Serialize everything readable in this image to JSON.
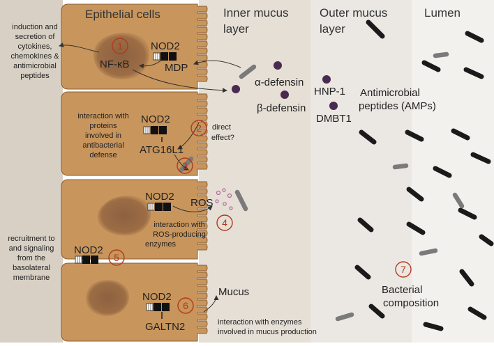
{
  "headers": {
    "epithelial": "Epithelial cells",
    "inner_line1": "Inner mucus",
    "inner_line2": "layer",
    "outer_line1": "Outer mucus",
    "outer_line2": "layer",
    "lumen": "Lumen"
  },
  "left_notes": {
    "cytokines": [
      "induction and",
      "secretion of",
      "cytokines,",
      "chemokines &",
      "antimicrobial",
      "peptides"
    ],
    "recruitment": [
      "recruitment to",
      "and signaling",
      "from the",
      "basolateral",
      "membrane"
    ]
  },
  "cell1": {
    "number": "1",
    "nfkb": "NF-κB",
    "nod2": "NOD2",
    "mdp": "MDP"
  },
  "cell2": {
    "note": [
      "interaction with",
      "proteins",
      "involved in",
      "antibacterial",
      "defense"
    ],
    "nod2": "NOD2",
    "atg": "ATG16L1",
    "number_direct": "2",
    "direct": [
      "direct",
      "effect?"
    ],
    "number": "3"
  },
  "cell3": {
    "nod2": "NOD2",
    "ros": "ROS",
    "number": "4",
    "note": [
      "interaction with",
      "ROS-producing",
      "enzymes"
    ]
  },
  "nod2_baso": {
    "label": "NOD2",
    "number": "5"
  },
  "cell4": {
    "nod2": "NOD2",
    "galtn": "GALTN2",
    "number": "6",
    "mucus": "Mucus",
    "note": [
      "interaction with enzymes",
      "involved in mucus production"
    ]
  },
  "amps": {
    "alpha": "α-defensin",
    "beta": "β-defensin",
    "hnp": "HNP-1",
    "dmbt": "DMBT1",
    "label": [
      "Antimicrobial",
      "peptides (AMPs)"
    ]
  },
  "bacteria": {
    "number": "7",
    "label": [
      "Bacterial",
      "composition"
    ]
  },
  "colors": {
    "cell": "#c8955c",
    "cell_edge": "#8a5e34",
    "nucleus": "#9c6d45",
    "inner": "#e5dfd6",
    "outer": "#ebe8e4",
    "lumen": "#f3f1ed",
    "basal": "#d8d0c4",
    "bacterium_dark": "#1a1a1a",
    "bacterium_grey": "#7a7a7a",
    "peptide": "#4b2a4f",
    "ros": "#b5659a",
    "number_ring": "#b03a1e"
  }
}
